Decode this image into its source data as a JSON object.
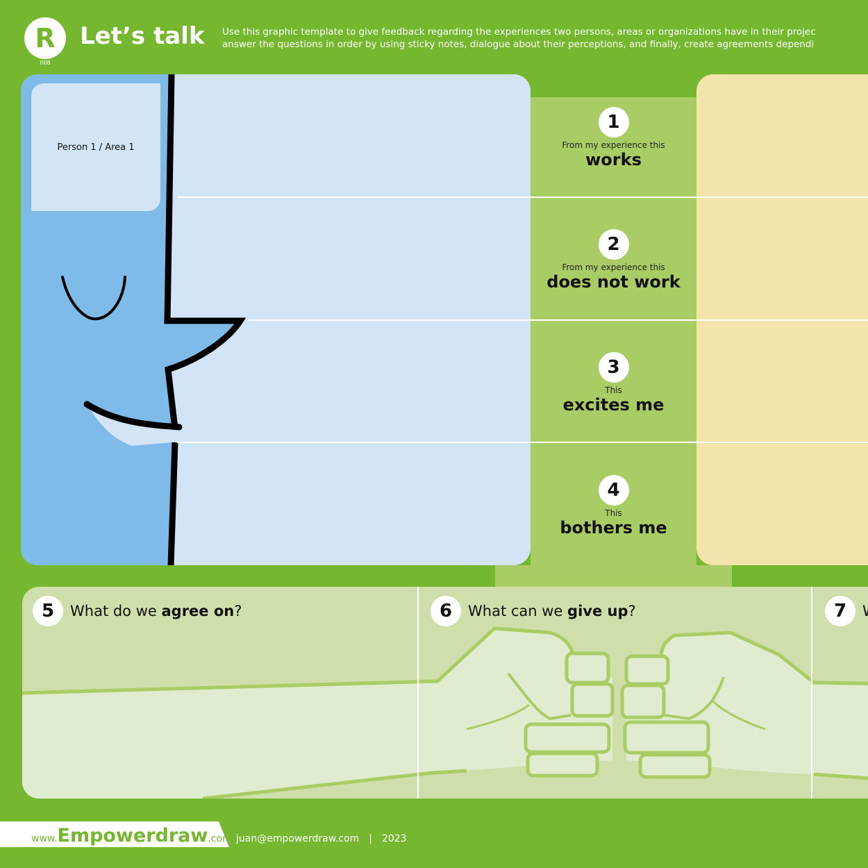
{
  "header": {
    "logo_letter": "R",
    "logo_code": "008",
    "title": "Let’s talk",
    "intro_line1": "Use this graphic template to give feedback regarding the experiences two persons, areas or organizations have in their projec",
    "intro_line2": "answer the questions in order by using sticky notes, dialogue about their perceptions, and finally, create agreements dependi"
  },
  "left_panel": {
    "name_label": "Person 1 / Area 1"
  },
  "questions": [
    {
      "num": "1",
      "small": "From my experience this",
      "big": "works"
    },
    {
      "num": "2",
      "small": "From my experience this",
      "big": "does not work"
    },
    {
      "num": "3",
      "small": "This",
      "big": "excites me"
    },
    {
      "num": "4",
      "small": "This",
      "big": "bothers me"
    }
  ],
  "bottom": {
    "q5": {
      "num": "5",
      "pre": "What do we ",
      "bold": "agree on",
      "post": "?"
    },
    "q6": {
      "num": "6",
      "pre": "What can we ",
      "bold": "give up",
      "post": "?"
    },
    "q7": {
      "num": "7",
      "pre": "W"
    }
  },
  "footer": {
    "www": "www.",
    "brand": "Empowerdraw",
    "com": ".com",
    "email": "juan@empowerdraw.com",
    "separator": "|",
    "year": "2023"
  },
  "icons": {
    "face": "face-profile-icon",
    "fist_bump": "fist-bump-icon"
  },
  "colors": {
    "green": "#75b72e",
    "light_green": "#a9cd64",
    "blue": "#7fbbe9",
    "light_blue": "#d2e4f6",
    "yellow": "#f3e4ab",
    "pale_green": "#cedfab"
  }
}
